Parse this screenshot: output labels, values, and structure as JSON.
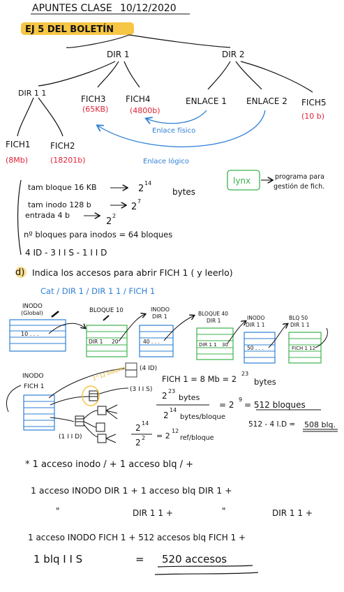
{
  "header": {
    "title": "APUNTES CLASE",
    "date": "10/12/2020"
  },
  "exercise": {
    "title": "EJ 5 DEL BOLETÍN",
    "highlight_color": "#f6c644"
  },
  "tree": {
    "dir1": "DIR 1",
    "dir2": "DIR 2",
    "dir11": "DIR 1 1",
    "fich3": "FICH3",
    "fich3_size": "(65KB)",
    "fich4": "FICH4",
    "fich4_size": "(4800b)",
    "enlace1": "ENLACE 1",
    "enlace2": "ENLACE 2",
    "fich5": "FICH5",
    "fich5_size": "(10 b)",
    "fich1": "FICH1",
    "fich1_size": "(8Mb)",
    "fich2": "FICH2",
    "fich2_size": "(18201b)",
    "enlace_fisico": "Enlace físico",
    "enlace_logico": "Enlace lógico",
    "lynx": "lynx",
    "lynx_note_1": "programa para",
    "lynx_note_2": "gestión de fich."
  },
  "specs": {
    "bloque": "tam bloque  16 KB",
    "bloque_exp": "2",
    "bloque_pow": "14",
    "bloque_unit": "bytes",
    "inodo": "tam inodo  128 b",
    "inodo_exp": "2",
    "inodo_pow": "7",
    "entrada": "entrada  4 b",
    "entrada_exp": "2",
    "entrada_pow": "2",
    "nbloques": "nº bloques para inodos = 64 bloques",
    "punteros": "4 ID - 3 I I S - 1 I I D"
  },
  "question": {
    "label": "d)",
    "text": "Indica los accesos para abrir FICH 1 ( y leerlo)",
    "path": "Cat / DIR 1 / DIR 1 1 / FICH 1"
  },
  "chain": {
    "inodo_global": "INODO",
    "inodo_global_sub": "(Global)",
    "inodo_global_row": "10 . . .",
    "bloque10": "BLOQUE 10",
    "bloque10_row_a": "DIR 1",
    "bloque10_row_b": "20",
    "inodo_dir1": "INODO",
    "inodo_dir1_sub": "DIR 1",
    "inodo_dir1_row": "40 . . .",
    "bloque40": "BLOQUE 40",
    "bloque40_sub": "DIR 1",
    "bloque40_row_a": "DIR 1 1",
    "bloque40_row_b": "30",
    "inodo_dir11": "INODO",
    "inodo_dir11_sub": "DIR 1 1",
    "inodo_dir11_row": "50 . . .",
    "blq50": "BLQ 50",
    "blq50_sub": "DIR 1 1",
    "blq50_row": "FICH 1 12"
  },
  "inode_diagram": {
    "title_1": "INODO",
    "title_2": "FICH 1",
    "label_4id": "(4 ID)",
    "label_3iis": "(3 I I S)",
    "label_1iid": "(1 I I D)",
    "annotation": "2^12 bloques"
  },
  "calc": {
    "fich1_line": "FICH 1 = 8 Mb = 2",
    "fich1_pow": "23",
    "fich1_unit": "bytes",
    "frac_num": "2",
    "frac_num_pow": "23",
    "frac_num_unit": "bytes",
    "frac_den": "2",
    "frac_den_pow": "14",
    "frac_den_unit": "bytes/bloque",
    "frac_res": "= 2",
    "frac_res_pow": "9",
    "frac_res_tail": "= 512 bloques",
    "remaining": "512 - 4 I.D =",
    "remaining_result": "508 blq.",
    "ref_num": "2",
    "ref_num_pow": "14",
    "ref_den": "2",
    "ref_den_pow": "2",
    "ref_res": "= 2",
    "ref_res_pow": "12",
    "ref_res_tail": "ref/bloque"
  },
  "access": {
    "line1": "* 1  acceso  inodo  /  +  1  acceso  blq  /  +",
    "line2": "1  acceso  INODO  DIR 1  +  1  acceso  blq  DIR 1 +",
    "line3_a": "\"",
    "line3_b": "DIR 1 1  +",
    "line3_c": "\"",
    "line3_d": "DIR 1 1  +",
    "line4": "1  acceso  INODO  FICH 1  +  512  accesos  blq  FICH 1 +",
    "line5_a": "1  blq  I I S",
    "line5_b": "=",
    "line5_c": "520  accesos"
  }
}
